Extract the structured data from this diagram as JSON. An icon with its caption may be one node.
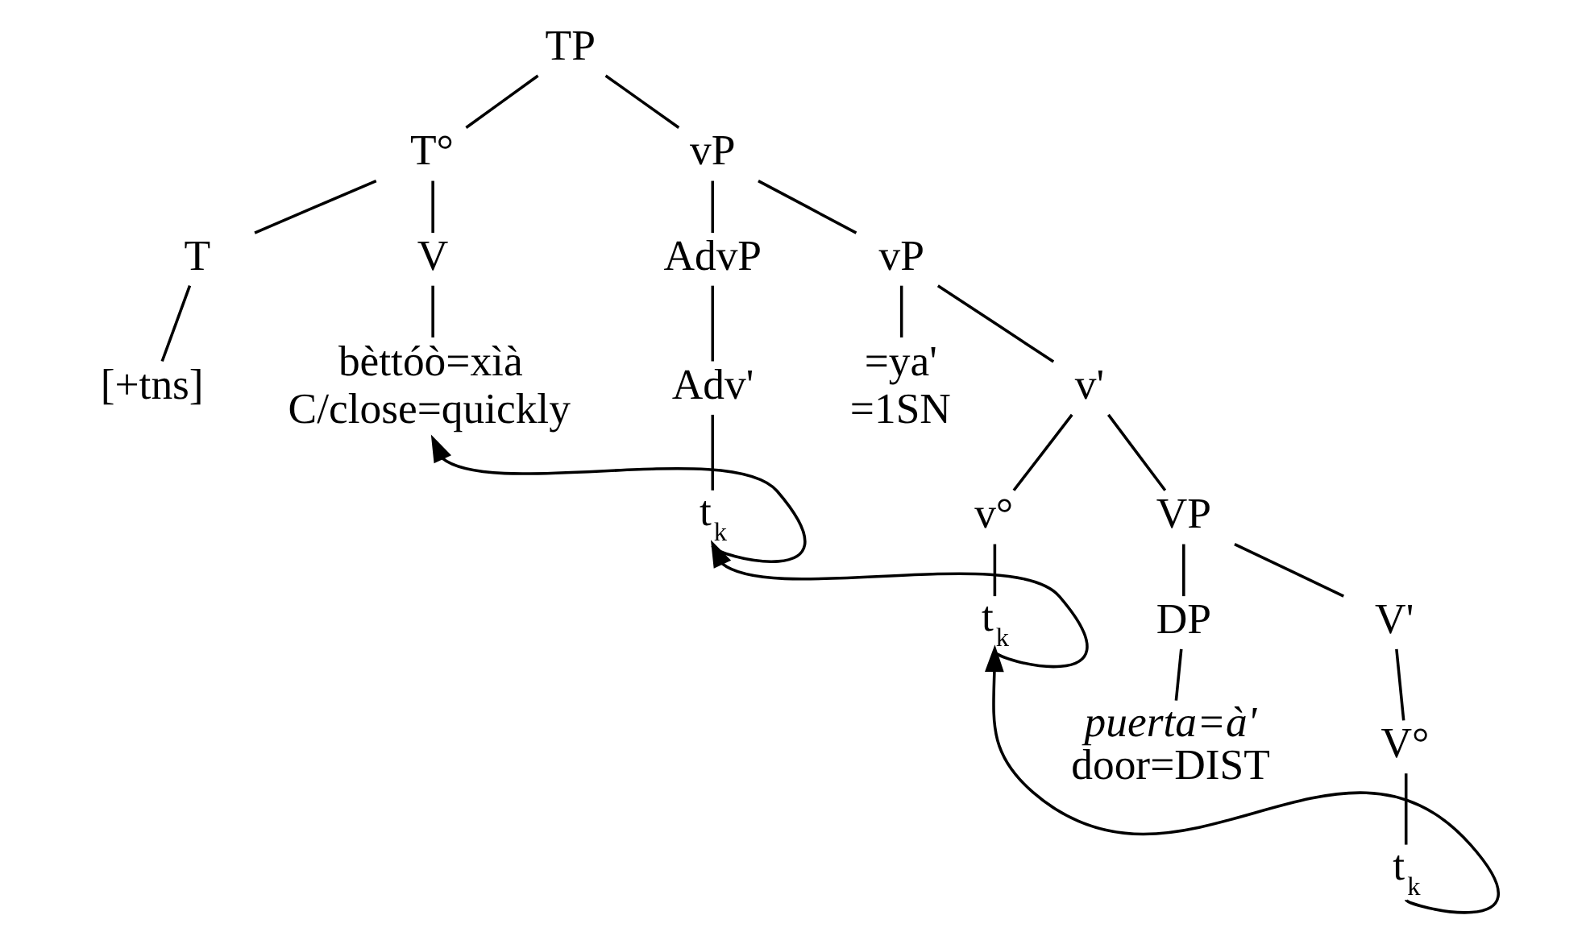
{
  "diagram": {
    "nodes": [
      {
        "text": [
          "TP"
        ]
      },
      {
        "text": [
          "T°"
        ]
      },
      {
        "text": [
          "vP"
        ]
      },
      {
        "text": [
          "T"
        ]
      },
      {
        "text": [
          "V"
        ]
      },
      {
        "text": [
          "AdvP"
        ]
      },
      {
        "text": [
          "vP"
        ]
      },
      {
        "text": [
          "[+tns]"
        ]
      },
      {
        "text": [
          "bèttóò=xìà",
          "C/close=quickly"
        ]
      },
      {
        "text": [
          "Adv'"
        ]
      },
      {
        "text": [
          "=ya'",
          "=1SN"
        ]
      },
      {
        "text": [
          "v'"
        ]
      },
      {
        "text": [
          "t$_{k}$"
        ]
      },
      {
        "text": [
          "v°"
        ]
      },
      {
        "text": [
          "VP"
        ]
      },
      {
        "text": [
          "t$_{k}$"
        ]
      },
      {
        "text": [
          "DP"
        ]
      },
      {
        "text": [
          "V'"
        ]
      },
      {
        "text": [
          "*puerta=à'*",
          "door=DIST"
        ]
      },
      {
        "text": [
          "V°"
        ]
      },
      {
        "text": [
          "t$_{k}$"
        ]
      }
    ],
    "edges": [
      {
        "from": 0,
        "to": 1,
        "arrow": "none"
      },
      {
        "from": 0,
        "to": 2,
        "arrow": "none"
      },
      {
        "from": 1,
        "to": 3,
        "arrow": "none"
      },
      {
        "from": 1,
        "to": 4,
        "arrow": "none"
      },
      {
        "from": 2,
        "to": 5,
        "arrow": "none"
      },
      {
        "from": 2,
        "to": 6,
        "arrow": "none"
      },
      {
        "from": 3,
        "to": 7,
        "arrow": "none"
      },
      {
        "from": 4,
        "to": 8,
        "arrow": "none"
      },
      {
        "from": 5,
        "to": 9,
        "arrow": "none"
      },
      {
        "from": 6,
        "to": 10,
        "arrow": "none"
      },
      {
        "from": 6,
        "to": 11,
        "arrow": "none"
      },
      {
        "from": 9,
        "to": 12,
        "arrow": "none"
      },
      {
        "from": 11,
        "to": 13,
        "arrow": "none"
      },
      {
        "from": 11,
        "to": 14,
        "arrow": "none"
      },
      {
        "from": 13,
        "to": 15,
        "arrow": "none"
      },
      {
        "from": 14,
        "to": 16,
        "arrow": "none"
      },
      {
        "from": 14,
        "to": 17,
        "arrow": "none"
      },
      {
        "from": 16,
        "to": 18,
        "arrow": "none"
      },
      {
        "from": 17,
        "to": 19,
        "arrow": "none"
      },
      {
        "from": 19,
        "to": 20,
        "arrow": "none"
      },
      {
        "from": 12,
        "to": 8,
        "arrow": "to"
      },
      {
        "from": 15,
        "to": 12,
        "arrow": "to"
      },
      {
        "from": 20,
        "to": 15,
        "arrow": "to"
      }
    ]
  }
}
